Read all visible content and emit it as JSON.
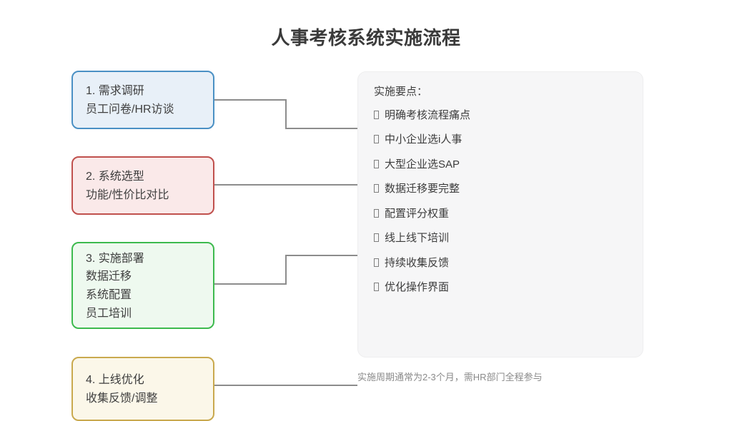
{
  "page": {
    "title": "人事考核系统实施流程",
    "background_color": "#ffffff"
  },
  "stages": [
    {
      "id": "stage-1",
      "title": "1. 需求调研",
      "detail": "员工问卷/HR访谈",
      "border_color": "#4a90c4",
      "fill_color": "#e8f0f8"
    },
    {
      "id": "stage-2",
      "title": "2. 系统选型",
      "detail": "功能/性价比对比",
      "border_color": "#c0504d",
      "fill_color": "#fae9e9"
    },
    {
      "id": "stage-3",
      "title": "3. 实施部署",
      "detail": "数据迁移",
      "detail2": "系统配置",
      "detail3": "员工培训",
      "border_color": "#3dba4e",
      "fill_color": "#eef9ef"
    },
    {
      "id": "stage-4",
      "title": "4. 上线优化",
      "detail": "收集反馈/调整",
      "border_color": "#c9a94e",
      "fill_color": "#fbf7e9"
    }
  ],
  "panel": {
    "heading": "实施要点：",
    "bullet_glyph": "tofu-box",
    "fill_color": "#f6f6f7",
    "items": [
      {
        "text": "明确考核流程痛点"
      },
      {
        "text": "中小企业选i人事"
      },
      {
        "text": "大型企业选SAP"
      },
      {
        "text": "数据迁移要完整"
      },
      {
        "text": "配置评分权重"
      },
      {
        "text": "线上线下培训"
      },
      {
        "text": "持续收集反馈"
      },
      {
        "text": "优化操作界面"
      }
    ]
  },
  "footer": {
    "note": "实施周期通常为2-3个月，需HR部门全程参与",
    "color": "#8a8a8a"
  },
  "connectors": {
    "stroke_color": "#8c8c8c"
  }
}
